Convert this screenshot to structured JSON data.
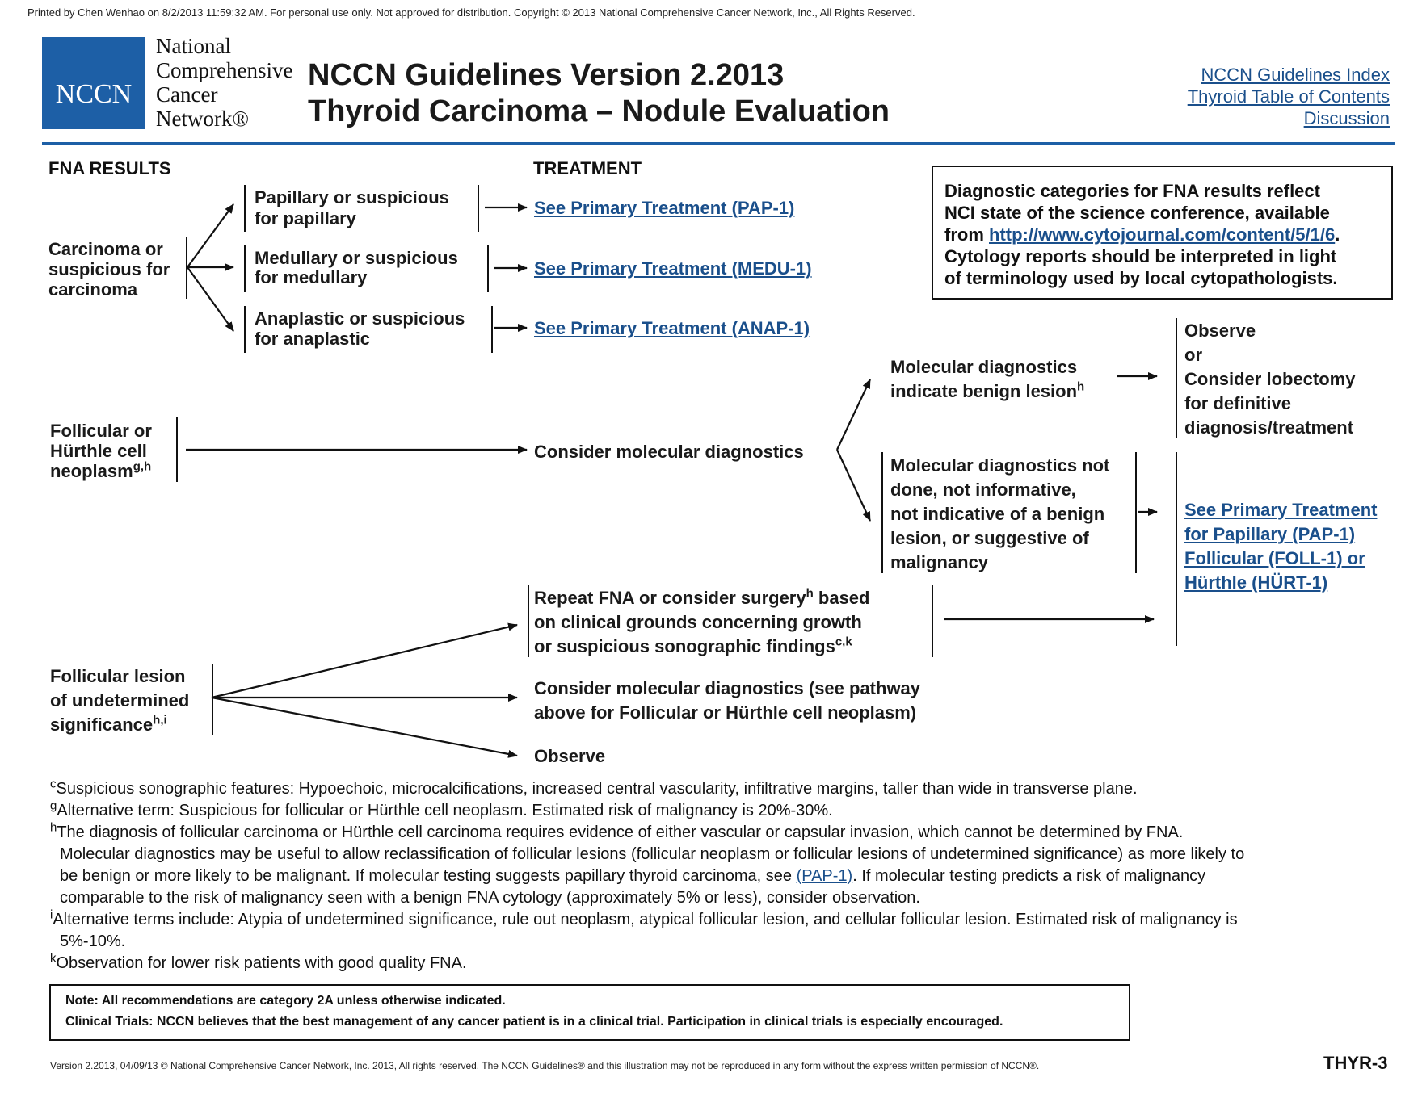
{
  "printed_line": "Printed by Chen Wenhao on 8/2/2013 11:59:32 AM.  For personal use only.  Not approved for distribution.  Copyright © 2013 National Comprehensive Cancer Network, Inc., All Rights Reserved.",
  "logo": {
    "abbr": "NCCN",
    "line1": "National",
    "line2": "Comprehensive",
    "line3": "Cancer",
    "line4": "Network®"
  },
  "header": {
    "title": "NCCN Guidelines Version 2.2013",
    "subtitle": "Thyroid Carcinoma – Nodule Evaluation",
    "links": [
      "NCCN Guidelines Index",
      "Thyroid Table of Contents",
      "Discussion"
    ]
  },
  "columns": {
    "fna": "FNA RESULTS",
    "treatment": "TREATMENT"
  },
  "info_box": {
    "line1": "Diagnostic categories for FNA results reflect",
    "line2": "NCI state of the science conference, available",
    "line3_prefix": "from ",
    "url": "http://www.cytojournal.com/content/5/1/6",
    "line3_suffix": ".",
    "line4": "Cytology reports should be interpreted in light",
    "line5": "of terminology used by local cytopathologists."
  },
  "carcinoma": {
    "label": [
      "Carcinoma or",
      "suspicious for",
      "carcinoma"
    ],
    "branches": [
      {
        "label": [
          "Papillary or suspicious",
          "for papillary"
        ],
        "link": "See Primary Treatment (PAP-1)"
      },
      {
        "label": [
          "Medullary or suspicious",
          "for medullary"
        ],
        "link": "See Primary Treatment (MEDU-1)"
      },
      {
        "label": [
          "Anaplastic or suspicious",
          "for anaplastic"
        ],
        "link": "See Primary Treatment (ANAP-1)"
      }
    ]
  },
  "follicular": {
    "label": [
      "Follicular or",
      "Hürthle cell",
      "neoplasm"
    ],
    "label_sup": "g,h",
    "step": "Consider molecular diagnostics",
    "benign": {
      "label": [
        "Molecular diagnostics",
        "indicate benign lesion"
      ],
      "sup": "h"
    },
    "benign_outcome": [
      "Observe",
      "or",
      "Consider lobectomy",
      "for definitive",
      "diagnosis/treatment"
    ],
    "not_benign": [
      "Molecular diagnostics not",
      "done, not informative,",
      "not indicative of a benign",
      "lesion, or suggestive of",
      "malignancy"
    ],
    "treatment_link": [
      "See Primary Treatment",
      "for Papillary (PAP-1)",
      "Follicular (FOLL-1) or",
      "Hürthle (HÜRT-1)"
    ]
  },
  "undetermined": {
    "label": [
      "Follicular lesion",
      "of undetermined",
      "significance"
    ],
    "label_sup": "h,i",
    "option1_a": "Repeat FNA or consider surgery",
    "option1_a_sup": "h",
    "option1_a_tail": " based",
    "option1_b": "on clinical grounds concerning growth",
    "option1_c": "or suspicious sonographic findings",
    "option1_c_sup": "c,k",
    "option2": [
      "Consider molecular diagnostics (see pathway",
      "above for Follicular or Hürthle cell neoplasm)"
    ],
    "option3": "Observe"
  },
  "footnotes": {
    "c": "Suspicious sonographic features:  Hypoechoic, microcalcifications, increased central vascularity, infiltrative margins, taller than wide in transverse plane.",
    "g": "Alternative term: Suspicious for follicular or Hürthle cell neoplasm.  Estimated risk of malignancy is 20%-30%.",
    "h1": "The diagnosis of follicular carcinoma or Hürthle cell carcinoma requires evidence of either vascular or capsular invasion, which cannot be determined by FNA.",
    "h2": "Molecular diagnostics may be useful to allow reclassification of follicular lesions (follicular neoplasm or follicular lesions of undetermined significance) as more likely to",
    "h3a": "be benign or more likely to be malignant.  If molecular testing suggests papillary thyroid carcinoma, see ",
    "h3link": "(PAP-1)",
    "h3b": ". If molecular testing predicts a risk of malignancy",
    "h4": "comparable to the risk of malignancy seen with a benign FNA cytology (approximately 5% or less), consider observation.",
    "i1": "Alternative terms include:  Atypia of undetermined significance, rule out neoplasm, atypical follicular lesion, and cellular follicular lesion. Estimated risk of malignancy is",
    "i2": "5%-10%.",
    "k": "Observation for lower risk patients with good quality FNA."
  },
  "note_box": {
    "line1": "Note:  All recommendations are category 2A unless otherwise indicated.",
    "line2": "Clinical Trials: NCCN believes that the best management of any cancer patient is in a clinical trial.  Participation in clinical trials is especially encouraged."
  },
  "copyright": "Version 2.2013, 04/09/13 © National Comprehensive Cancer Network, Inc. 2013, All rights reserved. The NCCN Guidelines® and this illustration may not be reproduced in any form without the express written permission of NCCN®.",
  "page_id": "THYR-3"
}
